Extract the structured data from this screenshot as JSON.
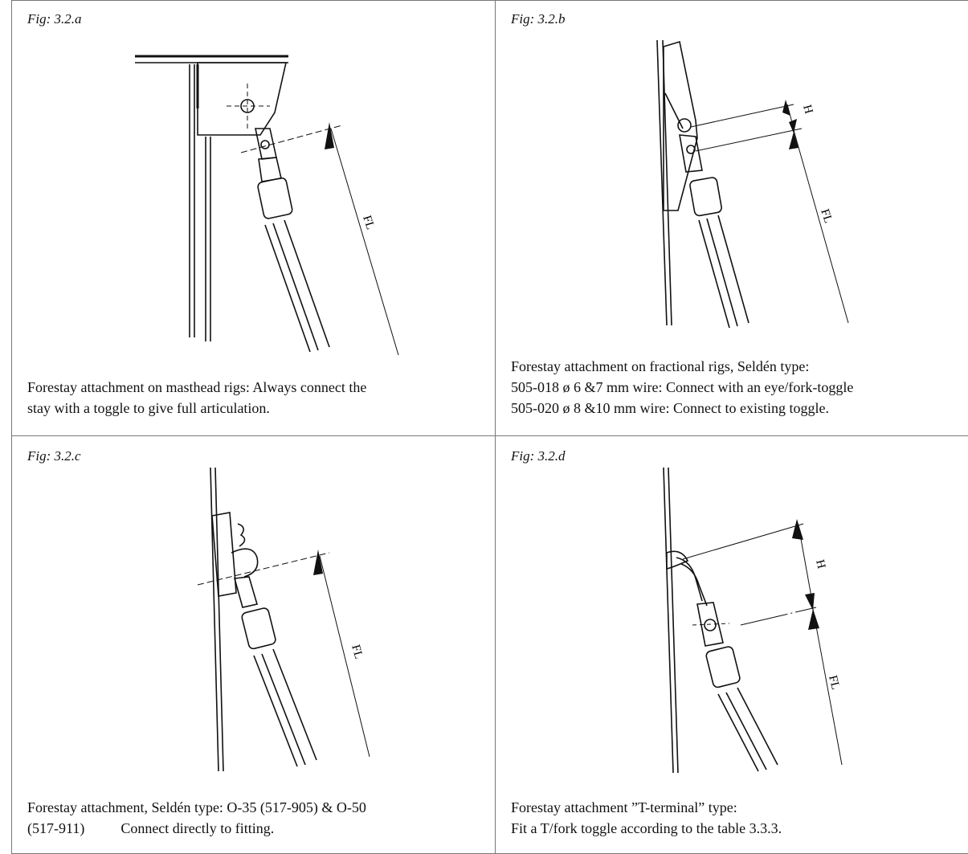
{
  "figures": [
    {
      "id": "a",
      "label": "Fig: 3.2.a",
      "caption_lines": [
        "Forestay attachment on masthead rigs: Always connect the",
        "stay with a toggle to give full articulation."
      ],
      "dimension_labels": [
        "FL"
      ]
    },
    {
      "id": "b",
      "label": "Fig: 3.2.b",
      "caption_lines": [
        "Forestay attachment on fractional rigs, Seldén type:",
        "505-018 ø 6 &7 mm wire: Connect with an eye/fork-toggle",
        "505-020 ø 8 &10 mm wire: Connect to existing toggle."
      ],
      "dimension_labels": [
        "H",
        "FL"
      ]
    },
    {
      "id": "c",
      "label": "Fig: 3.2.c",
      "caption_lines": [
        "Forestay attachment, Seldén type: O-35 (517-905) & O-50",
        "(517-911)          Connect directly to fitting."
      ],
      "dimension_labels": [
        "FL"
      ]
    },
    {
      "id": "d",
      "label": "Fig: 3.2.d",
      "caption_lines": [
        "Forestay attachment ”T-terminal” type:",
        "Fit a T/fork toggle according to the table 3.3.3."
      ],
      "dimension_labels": [
        "H",
        "FL"
      ]
    }
  ]
}
